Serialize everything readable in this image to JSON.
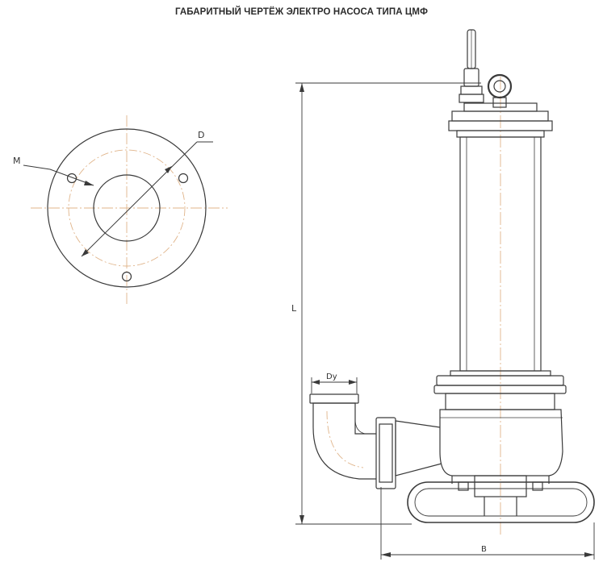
{
  "title": "ГАБАРИТНЫЙ ЧЕРТЁЖ ЭЛЕКТРО НАСОСА ТИПА ЦМФ",
  "labels": {
    "m": "M",
    "d": "D",
    "dy": "Dy",
    "l": "L",
    "b": "B"
  },
  "colors": {
    "line": "#3a3a3a",
    "centerline": "#e0b48a"
  }
}
